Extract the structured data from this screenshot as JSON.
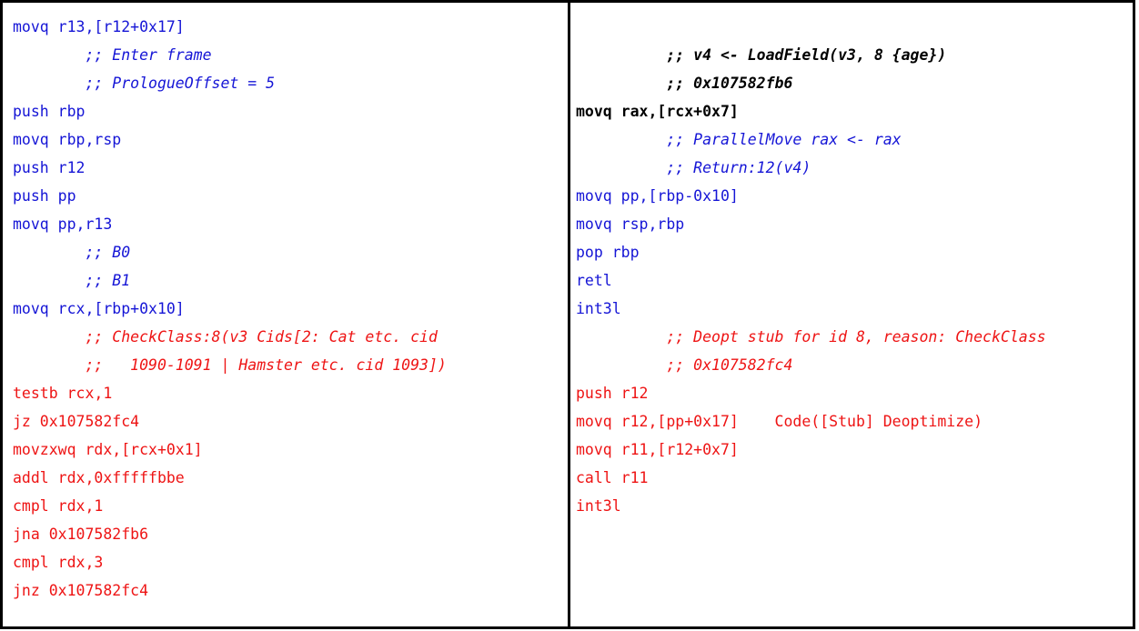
{
  "colors": {
    "asm_blue": "#1515d6",
    "asm_red": "#ee1414",
    "asm_black": "#000000",
    "border": "#000000",
    "background": "#ffffff"
  },
  "panels": {
    "left": {
      "lines": [
        {
          "text": "movq r13,[r12+0x17]",
          "style": "blue"
        },
        {
          "text": "        ;; Enter frame",
          "style": "comment-blue"
        },
        {
          "text": "        ;; PrologueOffset = 5",
          "style": "comment-blue"
        },
        {
          "text": "push rbp",
          "style": "blue"
        },
        {
          "text": "movq rbp,rsp",
          "style": "blue"
        },
        {
          "text": "push r12",
          "style": "blue"
        },
        {
          "text": "push pp",
          "style": "blue"
        },
        {
          "text": "movq pp,r13",
          "style": "blue"
        },
        {
          "text": "        ;; B0",
          "style": "comment-blue"
        },
        {
          "text": "        ;; B1",
          "style": "comment-blue"
        },
        {
          "text": "movq rcx,[rbp+0x10]",
          "style": "blue"
        },
        {
          "text": "        ;; CheckClass:8(v3 Cids[2: Cat etc. cid",
          "style": "comment-red"
        },
        {
          "text": "        ;;   1090-1091 | Hamster etc. cid 1093])",
          "style": "comment-red"
        },
        {
          "text": "testb rcx,1",
          "style": "red"
        },
        {
          "text": "jz 0x107582fc4",
          "style": "red"
        },
        {
          "text": "movzxwq rdx,[rcx+0x1]",
          "style": "red"
        },
        {
          "text": "addl rdx,0xfffffbbe",
          "style": "red"
        },
        {
          "text": "cmpl rdx,1",
          "style": "red"
        },
        {
          "text": "jna 0x107582fb6",
          "style": "red"
        },
        {
          "text": "cmpl rdx,3",
          "style": "red"
        },
        {
          "text": "jnz 0x107582fc4",
          "style": "red"
        }
      ]
    },
    "right": {
      "lines": [
        {
          "text": "",
          "style": "blue"
        },
        {
          "text": "          ;; v4 <- LoadField(v3, 8 {age})",
          "style": "comment-black"
        },
        {
          "text": "          ;; 0x107582fb6",
          "style": "comment-black"
        },
        {
          "text": "movq rax,[rcx+0x7]",
          "style": "black-bold"
        },
        {
          "text": "          ;; ParallelMove rax <- rax",
          "style": "comment-blue"
        },
        {
          "text": "          ;; Return:12(v4)",
          "style": "comment-blue"
        },
        {
          "text": "movq pp,[rbp-0x10]",
          "style": "blue"
        },
        {
          "text": "movq rsp,rbp",
          "style": "blue"
        },
        {
          "text": "pop rbp",
          "style": "blue"
        },
        {
          "text": "retl",
          "style": "blue"
        },
        {
          "text": "int3l",
          "style": "blue"
        },
        {
          "text": "          ;; Deopt stub for id 8, reason: CheckClass",
          "style": "comment-red"
        },
        {
          "text": "          ;; 0x107582fc4",
          "style": "comment-red"
        },
        {
          "text": "push r12",
          "style": "red"
        },
        {
          "text": "movq r12,[pp+0x17]    Code([Stub] Deoptimize)",
          "style": "red"
        },
        {
          "text": "movq r11,[r12+0x7]",
          "style": "red"
        },
        {
          "text": "call r11",
          "style": "red"
        },
        {
          "text": "int3l",
          "style": "red"
        }
      ]
    }
  }
}
